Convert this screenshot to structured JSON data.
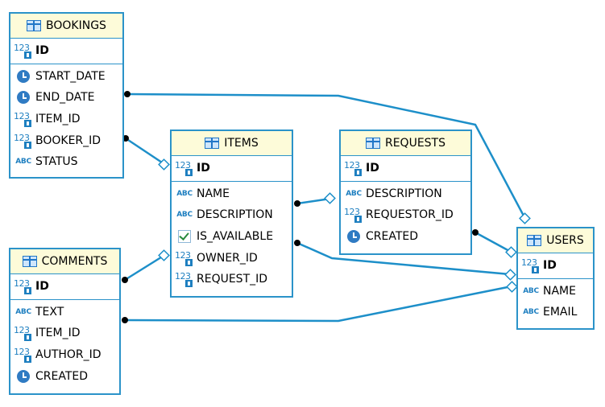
{
  "diagram": {
    "entities": {
      "bookings": {
        "name": "BOOKINGS",
        "pk": [
          {
            "name": "ID",
            "icon": "numeric-key-icon"
          }
        ],
        "columns": [
          {
            "name": "START_DATE",
            "icon": "clock-icon"
          },
          {
            "name": "END_DATE",
            "icon": "clock-icon"
          },
          {
            "name": "ITEM_ID",
            "icon": "numeric-key-icon"
          },
          {
            "name": "BOOKER_ID",
            "icon": "numeric-key-icon"
          },
          {
            "name": "STATUS",
            "icon": "abc-text-icon"
          }
        ]
      },
      "items": {
        "name": "ITEMS",
        "pk": [
          {
            "name": "ID",
            "icon": "numeric-key-icon"
          }
        ],
        "columns": [
          {
            "name": "NAME",
            "icon": "abc-text-icon"
          },
          {
            "name": "DESCRIPTION",
            "icon": "abc-text-icon"
          },
          {
            "name": "IS_AVAILABLE",
            "icon": "checkbox-icon"
          },
          {
            "name": "OWNER_ID",
            "icon": "numeric-key-icon"
          },
          {
            "name": "REQUEST_ID",
            "icon": "numeric-key-icon"
          }
        ]
      },
      "requests": {
        "name": "REQUESTS",
        "pk": [
          {
            "name": "ID",
            "icon": "numeric-key-icon"
          }
        ],
        "columns": [
          {
            "name": "DESCRIPTION",
            "icon": "abc-text-icon"
          },
          {
            "name": "REQUESTOR_ID",
            "icon": "numeric-key-icon"
          },
          {
            "name": "CREATED",
            "icon": "clock-icon"
          }
        ]
      },
      "comments": {
        "name": "COMMENTS",
        "pk": [
          {
            "name": "ID",
            "icon": "numeric-key-icon"
          }
        ],
        "columns": [
          {
            "name": "TEXT",
            "icon": "abc-text-icon"
          },
          {
            "name": "ITEM_ID",
            "icon": "numeric-key-icon"
          },
          {
            "name": "AUTHOR_ID",
            "icon": "numeric-key-icon"
          },
          {
            "name": "CREATED",
            "icon": "clock-icon"
          }
        ]
      },
      "users": {
        "name": "USERS",
        "pk": [
          {
            "name": "ID",
            "icon": "numeric-key-icon"
          }
        ],
        "columns": [
          {
            "name": "NAME",
            "icon": "abc-text-icon"
          },
          {
            "name": "EMAIL",
            "icon": "abc-text-icon"
          }
        ]
      }
    },
    "relations": [
      {
        "from": "bookings",
        "to": "users"
      },
      {
        "from": "bookings",
        "to": "items"
      },
      {
        "from": "items",
        "to": "requests"
      },
      {
        "from": "items",
        "to": "users"
      },
      {
        "from": "requests",
        "to": "users"
      },
      {
        "from": "comments",
        "to": "items"
      },
      {
        "from": "comments",
        "to": "users"
      }
    ],
    "colors": {
      "border": "#2b93c9",
      "header_bg": "#fdfbd9",
      "edge": "#1d8fc9"
    }
  }
}
